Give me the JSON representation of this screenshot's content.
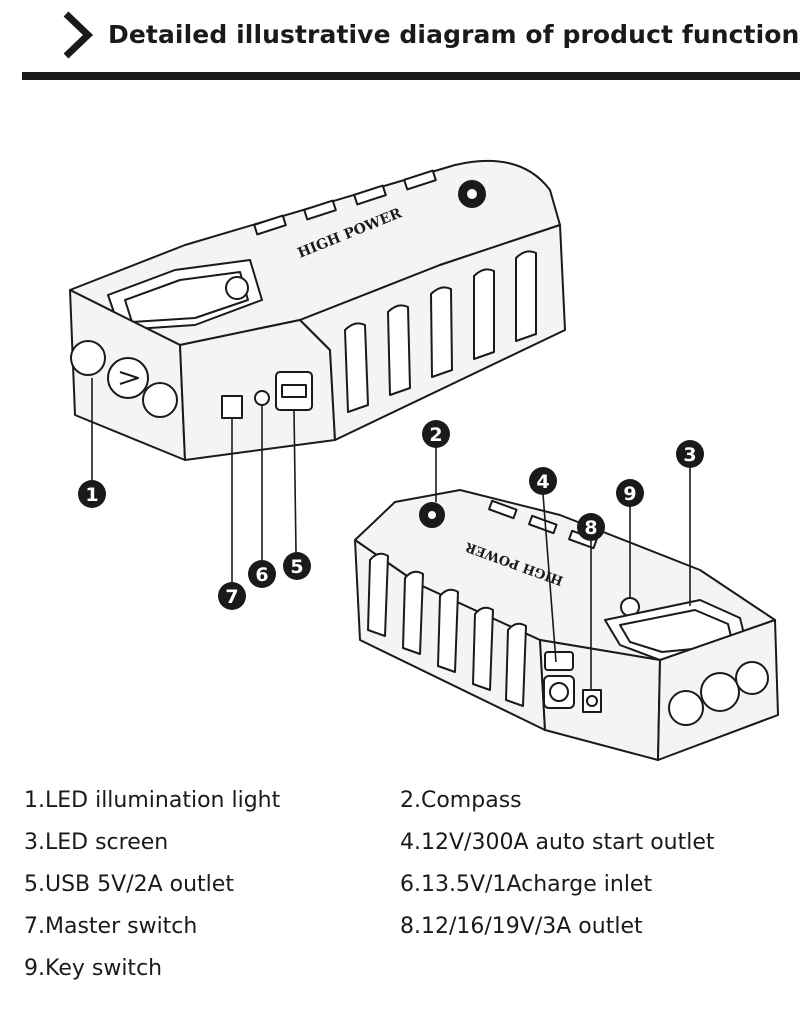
{
  "header": {
    "title": "Detailed illustrative diagram of product function"
  },
  "device": {
    "brand_text": "HIGH POWER"
  },
  "callouts": [
    "1",
    "2",
    "3",
    "4",
    "5",
    "6",
    "7",
    "8",
    "9"
  ],
  "legend": [
    "1.LED illumination light",
    "2.Compass",
    "3.LED screen",
    "4.12V/300A auto start outlet",
    "5.USB 5V/2A outlet",
    "6.13.5V/1Acharge inlet",
    "7.Master switch",
    "8.12/16/19V/3A outlet",
    "9.Key switch"
  ],
  "colors": {
    "ink": "#1a1a1a",
    "background": "#ffffff",
    "device_fill": "#f4f4f4"
  }
}
